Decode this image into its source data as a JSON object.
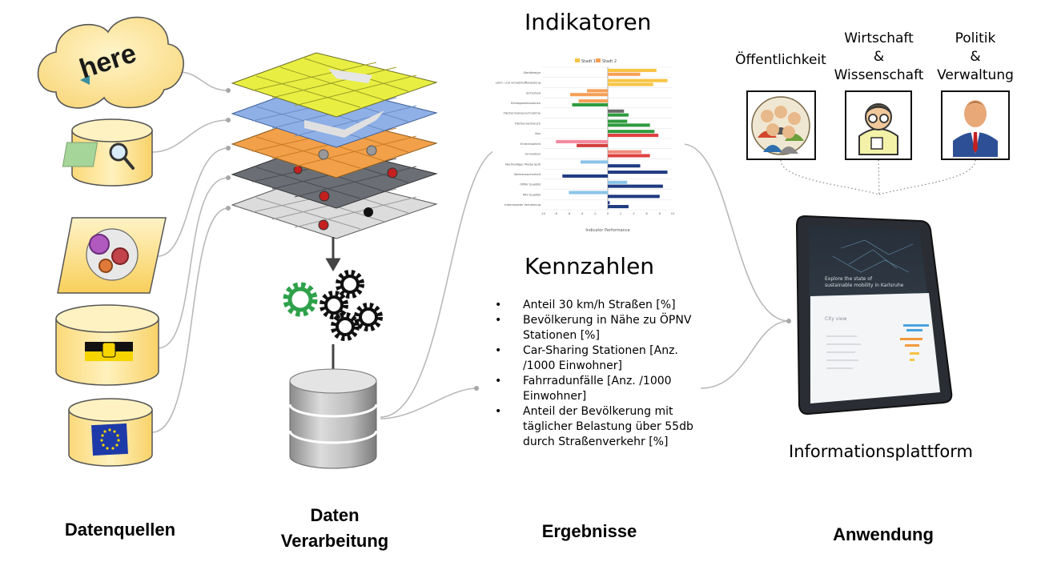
{
  "columns": {
    "datenquellen": "Datenquellen",
    "verarbeitung_line1": "Daten",
    "verarbeitung_line2": "Verarbeitung",
    "ergebnisse": "Ergebnisse",
    "anwendung": "Anwendung"
  },
  "sources": {
    "here_logo_text": "here"
  },
  "indikatoren": {
    "title": "Indikatoren",
    "chart_data": {
      "type": "bar",
      "orientation": "horizontal",
      "legend": [
        "Stadt 1",
        "Stadt 2"
      ],
      "legend_position": "top",
      "xlim": [
        -10,
        10
      ],
      "xticks": [
        -10,
        -8,
        -6,
        -4,
        -2,
        0,
        2,
        4,
        6,
        8,
        10
      ],
      "xlabel": "Indicator Performance",
      "categories": [
        "Stadtdesign",
        "Lärm- und Schadstoffbelastung",
        "Sicherheit",
        "Klimagasemissionen",
        "Flächeninanspruchnahme",
        "Flächenverbrauch",
        "Bus",
        "Erreichbarkeit",
        "Innovation",
        "Nachhaltiger Modal Split",
        "Verkehrssicherheit",
        "ÖPNV Qualität",
        "MIV Qualität",
        "Intermodaler Vernetzung"
      ],
      "series": [
        {
          "name": "Stadt 1",
          "values": [
            7.5,
            9.2,
            -3.2,
            -4.5,
            2.5,
            3.0,
            7.2,
            -8.0,
            5.2,
            -4.2,
            9.2,
            3.0,
            -6.0,
            0.3
          ]
        },
        {
          "name": "Stadt 2",
          "values": [
            5.0,
            7.0,
            -5.8,
            -5.5,
            3.2,
            6.5,
            7.8,
            -4.8,
            6.5,
            5.0,
            -7.0,
            8.5,
            8.0,
            3.2
          ]
        }
      ]
    }
  },
  "kennzahlen": {
    "title": "Kennzahlen",
    "items": [
      "Anteil 30 km/h Straßen  [%]",
      "Bevölkerung in Nähe zu ÖPNV Stationen [%]",
      "Car-Sharing Stationen [Anz. /1000 Einwohner]",
      "Fahrradunfälle [Anz. /1000 Einwohner]",
      "Anteil der Bevölkerung mit täglicher Belastung über 55db durch Straßenverkehr [%]"
    ]
  },
  "anwendung": {
    "roles": {
      "oeffentlichkeit": "Öffentlichkeit",
      "wirtschaft_l1": "Wirtschaft",
      "wirtschaft_l2": "&",
      "wirtschaft_l3": "Wissenschaft",
      "politik_l1": "Politik",
      "politik_l2": "&",
      "politik_l3": "Verwaltung"
    },
    "platform": "Informationsplattform",
    "tablet": {
      "headline_l1": "Explore the state of",
      "headline_l2": "sustainable mobility in Karlsruhe",
      "panel_title": "City view"
    }
  },
  "colors": {
    "layer_yellow": "#e9ef42",
    "layer_blue": "#8fb0e6",
    "layer_orange": "#f2a04a",
    "layer_dark": "#6b6f75",
    "layer_light": "#dcdcdc",
    "cylinder": "#fde596",
    "cloud": "#fce6a3",
    "bar_stadt1": "#f7c443",
    "bar_stadt2": "#f5a058",
    "gear_green": "#2ea14a",
    "connector": "#b5b5b5"
  }
}
